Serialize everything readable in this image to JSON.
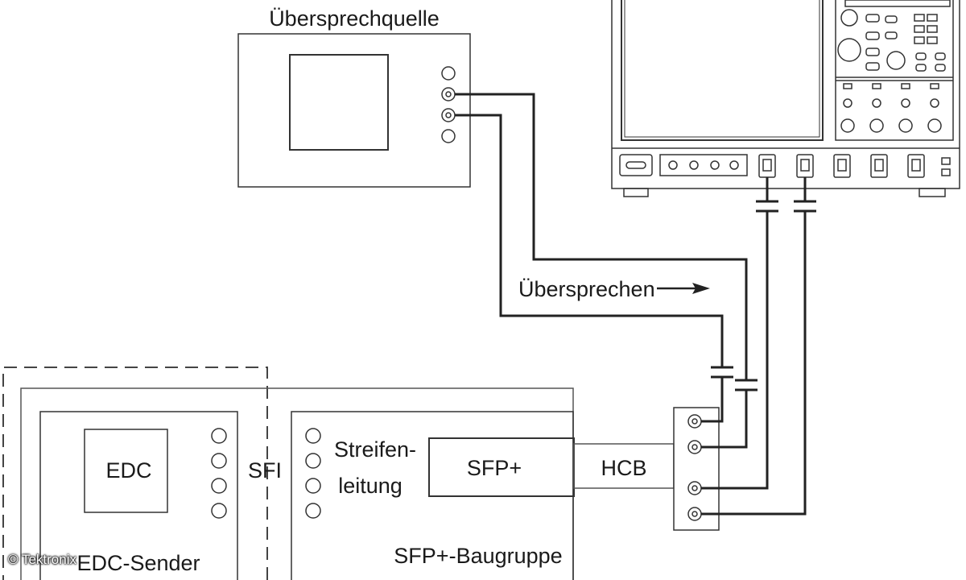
{
  "labels": {
    "crosstalk_source": "Übersprechquelle",
    "crosstalk": "Übersprechen",
    "edc": "EDC",
    "edc_transmitter": "EDC-Sender",
    "sfi": "SFI",
    "stripline_line1": "Streifen-",
    "stripline_line2": "leitung",
    "sfp": "SFP+",
    "hcb": "HCB",
    "sfp_assembly": "SFP+-Baugruppe"
  },
  "copyright": "© Tektronix"
}
